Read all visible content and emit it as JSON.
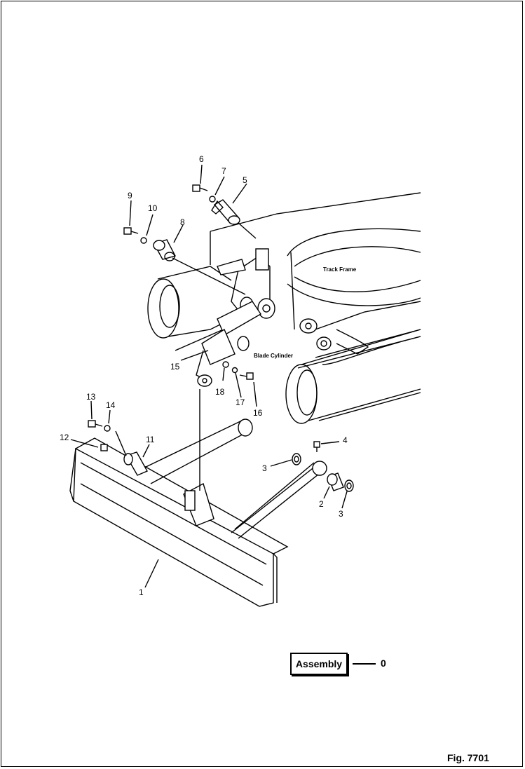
{
  "labels": {
    "track_frame": "Track Frame",
    "blade_cylinder": "Blade Cylinder"
  },
  "callouts": [
    "1",
    "2",
    "3",
    "3",
    "4",
    "5",
    "6",
    "7",
    "8",
    "9",
    "10",
    "11",
    "12",
    "13",
    "14",
    "15",
    "16",
    "17",
    "18"
  ],
  "assembly": {
    "button_label": "Assembly",
    "ref": "0"
  },
  "figure": {
    "caption": "Fig. 7701"
  }
}
